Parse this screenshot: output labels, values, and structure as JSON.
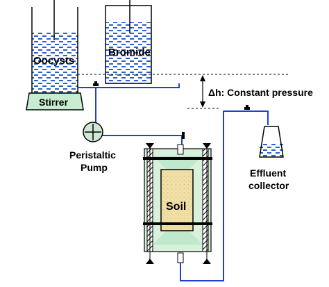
{
  "labels": {
    "oocysts": "Oocysts",
    "bromide": "Bromide",
    "stirrer": "Stirrer",
    "delta_h": "Δh: Constant pressure",
    "pump_line1": "Peristaltic",
    "pump_line2": "Pump",
    "soil": "Soil",
    "collector_line1": "Effluent",
    "collector_line2": "collector"
  },
  "colors": {
    "tube": "#1f3fd6",
    "liquid_dash": "#2a5fd0",
    "stirrer_fill": "#c8ecd0",
    "column_fill": "#d8f0dc",
    "column_wedge": "#bfe8cc",
    "soil_fill": "#f0dfa6",
    "pump_fill": "#cfe9d4",
    "frame": "#000000"
  }
}
